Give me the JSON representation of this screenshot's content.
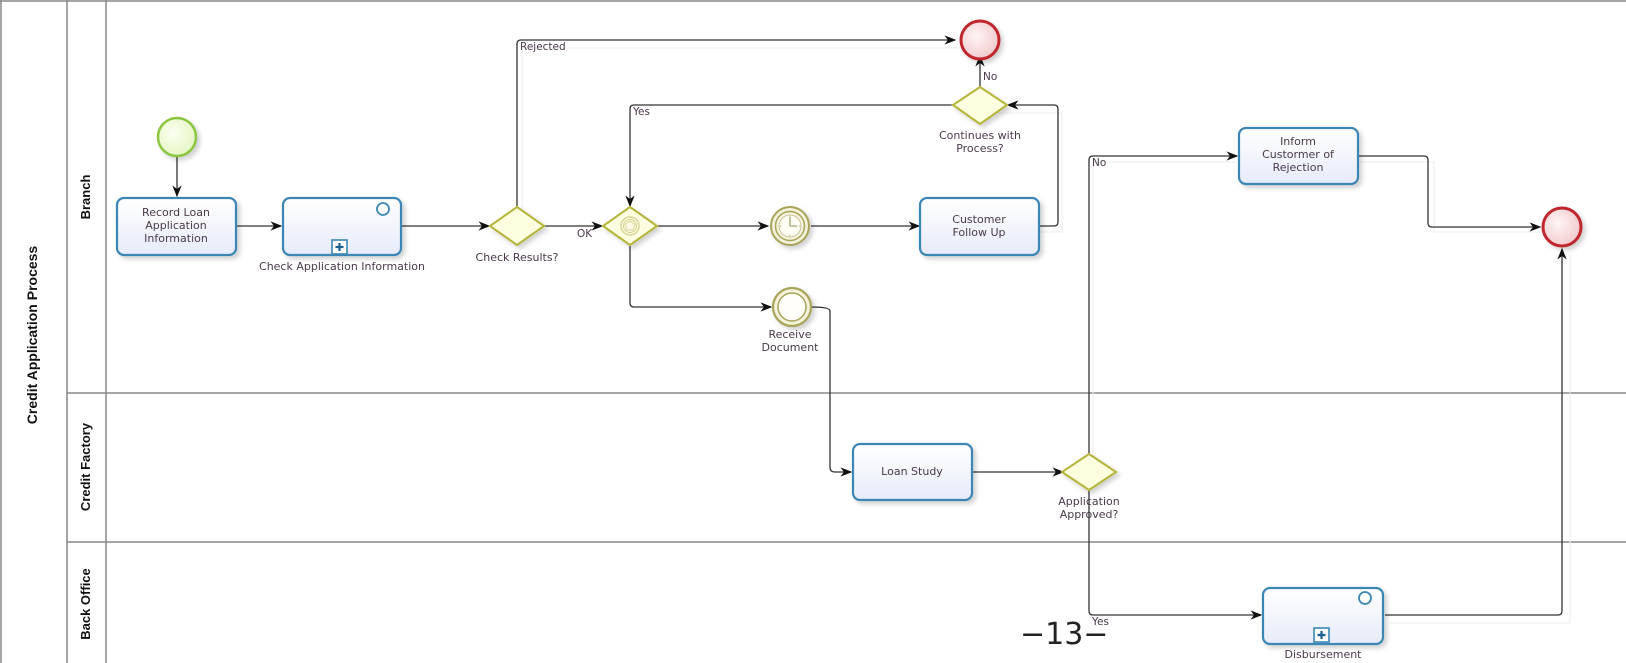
{
  "pool": {
    "name": "Credit Application Process",
    "lanes": [
      {
        "id": "branch",
        "label": "Branch"
      },
      {
        "id": "credit-factory",
        "label": "Credit Factory"
      },
      {
        "id": "back-office",
        "label": "Back Office"
      }
    ]
  },
  "tasks": {
    "record_loan": [
      "Record Loan",
      "Application",
      "Information"
    ],
    "check_application": "Check Application Information",
    "customer_follow_up": [
      "Customer",
      "Follow Up"
    ],
    "inform_rejection": [
      "Inform",
      "Custormer of",
      "Rejection"
    ],
    "loan_study": "Loan Study",
    "disbursement": "Disbursement"
  },
  "gateways": {
    "check_results": "Check Results?",
    "continues": [
      "Continues with",
      "Process?"
    ],
    "application_approved": [
      "Application",
      "Approved?"
    ]
  },
  "events": {
    "receive_document": [
      "Receive",
      "Document"
    ]
  },
  "flow_labels": {
    "rejected": "Rejected",
    "ok": "OK",
    "yes_loop": "Yes",
    "no_end": "No",
    "no_reject": "No",
    "yes_disburse": "Yes"
  },
  "colors": {
    "task_border": "#3a86b4",
    "start_event": "#8cc63f",
    "end_event": "#c0272d",
    "gateway_border": "#b5b53a",
    "intermediate_event": "#a8a45a"
  },
  "page_number": "−13−"
}
